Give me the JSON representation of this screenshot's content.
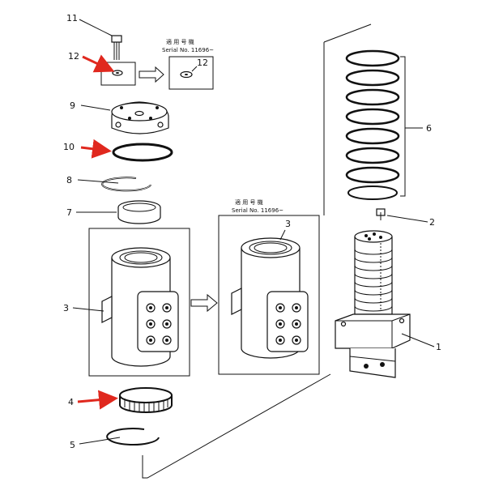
{
  "callouts": {
    "n1": "1",
    "n2": "2",
    "n3": "3",
    "n4": "4",
    "n5": "5",
    "n6": "6",
    "n7": "7",
    "n8": "8",
    "n9": "9",
    "n10": "10",
    "n11": "11",
    "n12": "12"
  },
  "boxes": {
    "top_header": "適 用 号 機",
    "top_serial": "Serial No. 11696~",
    "top_label": "12",
    "mid_header": "適 用 号 機",
    "mid_serial": "Serial No. 11696~",
    "mid_label": "3"
  },
  "colors": {
    "arrow": "#e0281e",
    "line": "#111111"
  }
}
